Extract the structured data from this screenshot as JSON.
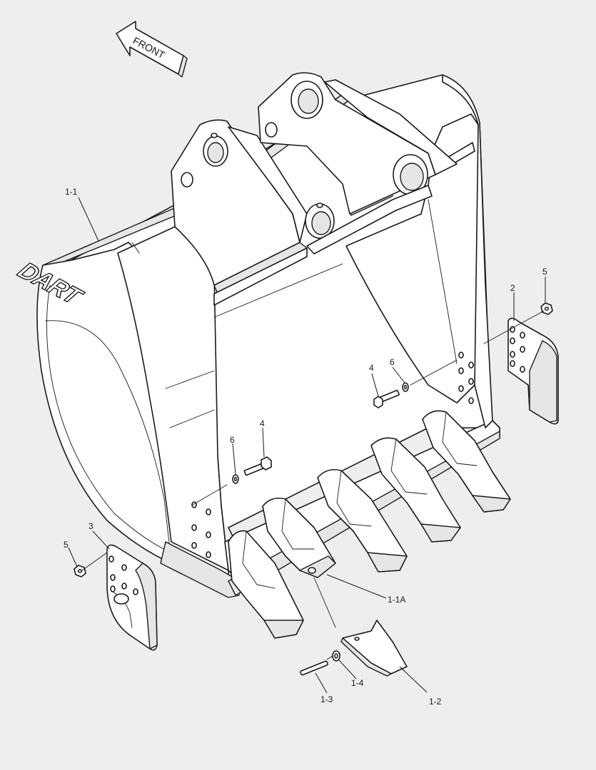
{
  "diagram": {
    "direction_label": "FRONT",
    "brand_logo": "DART",
    "callouts": [
      {
        "id": "c-1-1",
        "label": "1-1"
      },
      {
        "id": "c-1-1a",
        "label": "1-1A"
      },
      {
        "id": "c-1-2",
        "label": "1-2"
      },
      {
        "id": "c-1-3",
        "label": "1-3"
      },
      {
        "id": "c-1-4",
        "label": "1-4"
      },
      {
        "id": "c-2",
        "label": "2"
      },
      {
        "id": "c-3",
        "label": "3"
      },
      {
        "id": "c-4a",
        "label": "4"
      },
      {
        "id": "c-4b",
        "label": "4"
      },
      {
        "id": "c-5a",
        "label": "5"
      },
      {
        "id": "c-5b",
        "label": "5"
      },
      {
        "id": "c-6a",
        "label": "6"
      },
      {
        "id": "c-6b",
        "label": "6"
      }
    ]
  }
}
